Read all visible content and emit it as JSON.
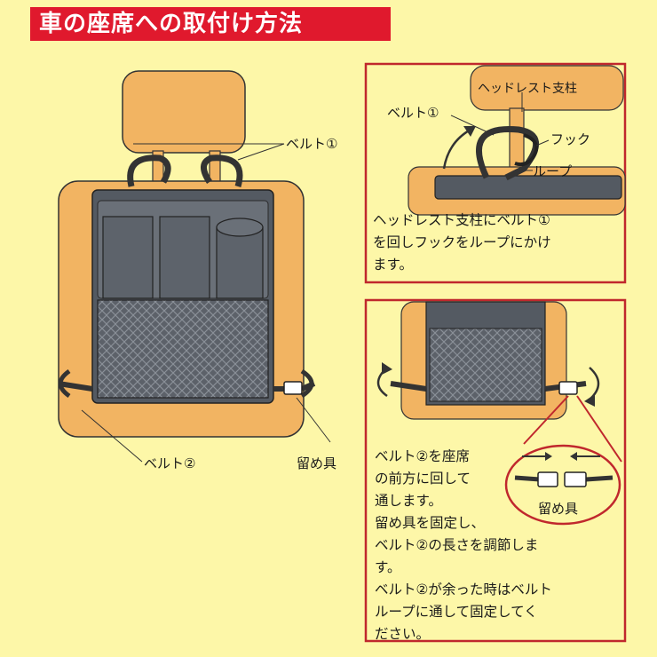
{
  "title": "車の座席への取付け方法",
  "main_labels": {
    "belt1": "ベルト①",
    "belt2": "ベルト②",
    "fastener": "留め具"
  },
  "detail1": {
    "headrest_post": "ヘッドレスト支柱",
    "belt1": "ベルト①",
    "hook": "フック",
    "loop": "ループ",
    "caption": "ヘッドレスト支柱にベルト①\nを回しフックをループにかけ\nます。"
  },
  "detail2": {
    "fastener": "留め具",
    "caption": "ベルト②を座席\nの前方に回して\n通します。\n留め具を固定し、\nベルト②の長さを調節しま\nす。\nベルト②が余った時はベルト\nループに通して固定してく\nださい。"
  },
  "colors": {
    "background": "#fdf7a8",
    "banner": "#e0192d",
    "seat": "#f2b462",
    "box_border": "#c0282d",
    "organizer": "#555b63"
  }
}
